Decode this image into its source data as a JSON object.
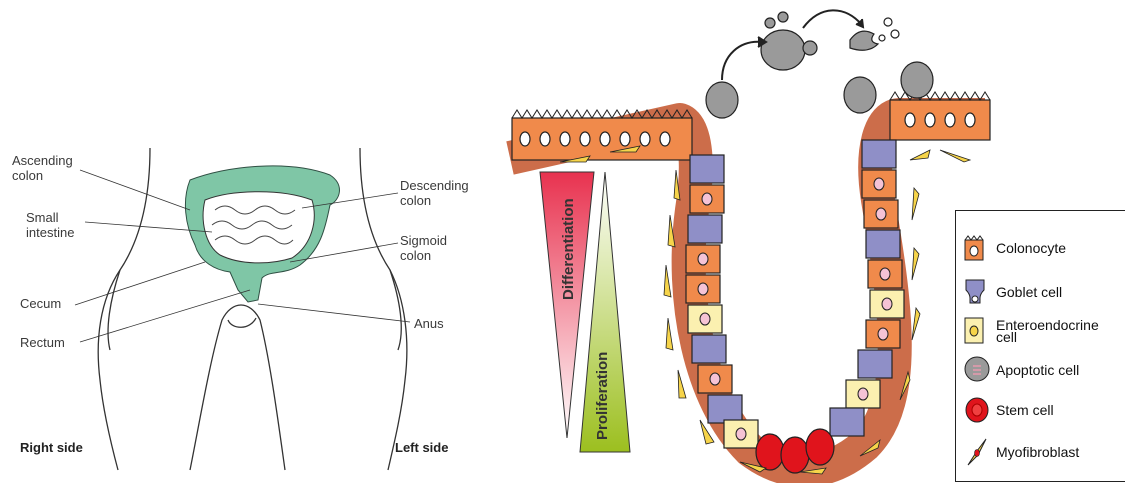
{
  "anatomy": {
    "labels": {
      "ascending_colon": "Ascending\ncolon",
      "small_intestine": "Small\nintestine",
      "cecum": "Cecum",
      "rectum": "Rectum",
      "descending_colon": "Descending\ncolon",
      "sigmoid_colon": "Sigmoid\ncolon",
      "anus": "Anus"
    },
    "right_side": "Right side",
    "left_side": "Left side",
    "colors": {
      "colon": "#7fc6a6",
      "outline": "#333333"
    }
  },
  "crypt": {
    "gradient_labels": {
      "differentiation": "Differentiation",
      "proliferation": "Proliferation"
    },
    "legend": [
      {
        "icon": "colonocyte-icon",
        "label": "Colonocyte"
      },
      {
        "icon": "goblet-cell-icon",
        "label": "Goblet cell"
      },
      {
        "icon": "enteroendocrine-cell-icon",
        "label": "Enteroendocrine\ncell"
      },
      {
        "icon": "apoptotic-cell-icon",
        "label": "Apoptotic cell"
      },
      {
        "icon": "stem-cell-icon",
        "label": "Stem cell"
      },
      {
        "icon": "myofibroblast-icon",
        "label": "Myofibroblast"
      }
    ],
    "colors": {
      "colonocyte": "#f08a4b",
      "goblet": "#8f8fc7",
      "enteroendocrine": "#fbf0b0",
      "apoptotic": "#9a9a9a",
      "stem": "#e0141c",
      "myofibroblast": "#f6d44a",
      "differentiation_top": "#e8324f",
      "proliferation_bottom": "#9cbf1f"
    }
  }
}
